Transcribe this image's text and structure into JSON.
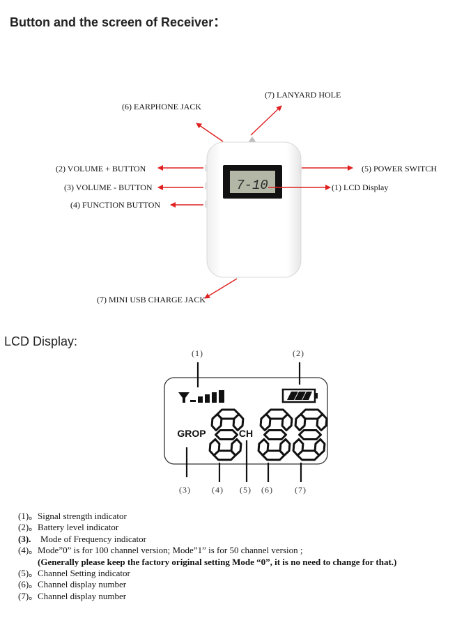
{
  "title": "Button and the screen of Receiver：",
  "receiver": {
    "labels": {
      "earphone_jack": "(6) EARPHONE JACK",
      "lanyard_hole": "(7) LANYARD HOLE",
      "volume_plus": "(2) VOLUME + BUTTON",
      "volume_minus": "(3) VOLUME - BUTTON",
      "function_button": "(4) FUNCTION BUTTON",
      "power_switch": "(5) POWER SWITCH",
      "lcd_display": "(1) LCD Display",
      "usb_jack": "(7) MINI USB CHARGE JACK"
    },
    "screen_text": "7-10",
    "arrow_color": "#e02020"
  },
  "lcd_section": {
    "heading": "LCD Display:",
    "callouts": {
      "c1": "(1)",
      "c2": "(2)",
      "c3": "(3)",
      "c4": "(4)",
      "c5": "(5)",
      "c6": "(6)",
      "c7": "(7)"
    },
    "grop_label": "GROP",
    "ch_label": "CH",
    "digits": "8 88"
  },
  "legend": [
    {
      "num": "(1)。",
      "text": "Signal strength indicator"
    },
    {
      "num": "(2)。",
      "text": "Battery level indicator"
    },
    {
      "num": "(3).",
      "text": "Mode of Frequency indicator"
    },
    {
      "num": "(4)。",
      "text": "Mode”0” is for 100 channel version; Mode”1” is for 50 channel version ;"
    },
    {
      "note": "(Generally please keep the factory original setting Mode “0”, it is no need to change for that.)"
    },
    {
      "num": "(5)。",
      "text": "Channel Setting indicator"
    },
    {
      "num": "(6)。",
      "text": "Channel display number"
    },
    {
      "num": "(7)。",
      "text": "Channel display number"
    }
  ]
}
